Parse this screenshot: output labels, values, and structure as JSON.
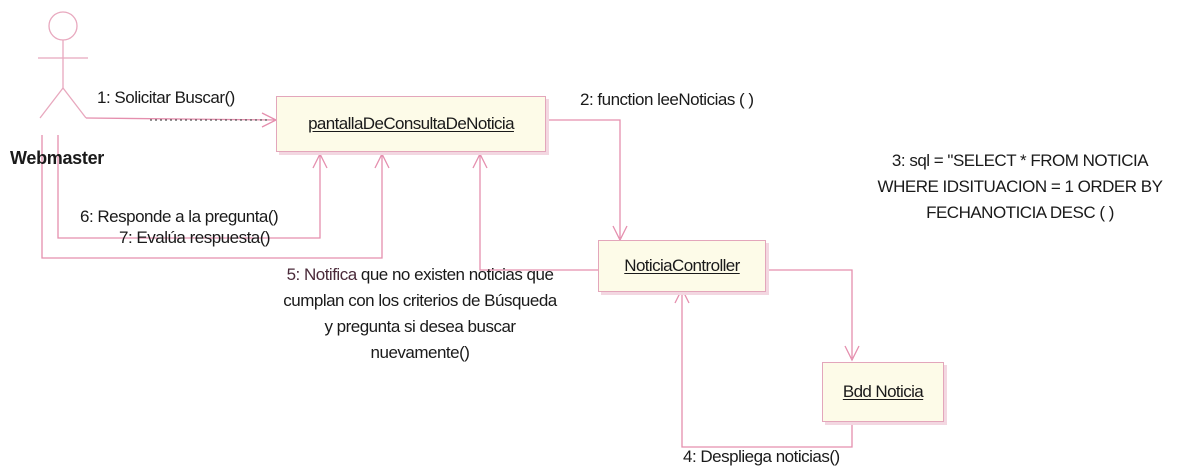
{
  "actor": {
    "name": "Webmaster"
  },
  "objects": {
    "pantalla": "pantallaDeConsultaDeNoticia",
    "controller": "NoticiaController",
    "bdd": "Bdd Noticia"
  },
  "messages": {
    "m1": "1: Solicitar Buscar()",
    "m2": "2: function leeNoticias ( )",
    "m3": [
      "3: sql = \"SELECT * FROM NOTICIA",
      "WHERE IDSITUACION = 1 ORDER BY",
      "FECHANOTICIA DESC ( )"
    ],
    "m4": "4: Despliega noticias()",
    "m5": [
      "que no existen noticias que",
      "cumplan con los criterios de Búsqueda",
      "y pregunta si desea buscar",
      "nuevamente()"
    ],
    "m5_prefix": "5: Notifica",
    "m6": "6: Responde a la pregunta()",
    "m7": "7: Evalúa respuesta()"
  },
  "colors": {
    "line": "#e58fae",
    "box_fill": "#fdfbe8",
    "box_border": "#e3a6bb"
  }
}
